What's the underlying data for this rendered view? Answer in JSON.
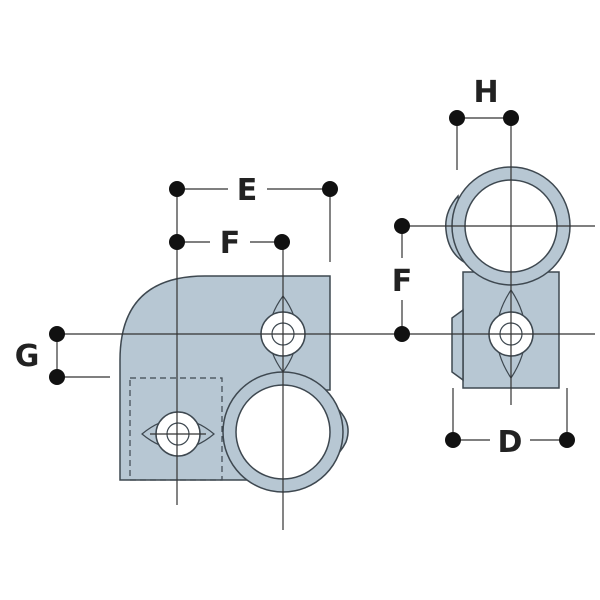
{
  "labels": {
    "E": "E",
    "F_left": "F",
    "F_right": "F",
    "G": "G",
    "H": "H",
    "D": "D"
  },
  "colors": {
    "part_fill": "#b7c7d3",
    "part_stroke": "#3e4850",
    "line": "#333333",
    "dot": "#111111",
    "bore": "#ffffff"
  }
}
